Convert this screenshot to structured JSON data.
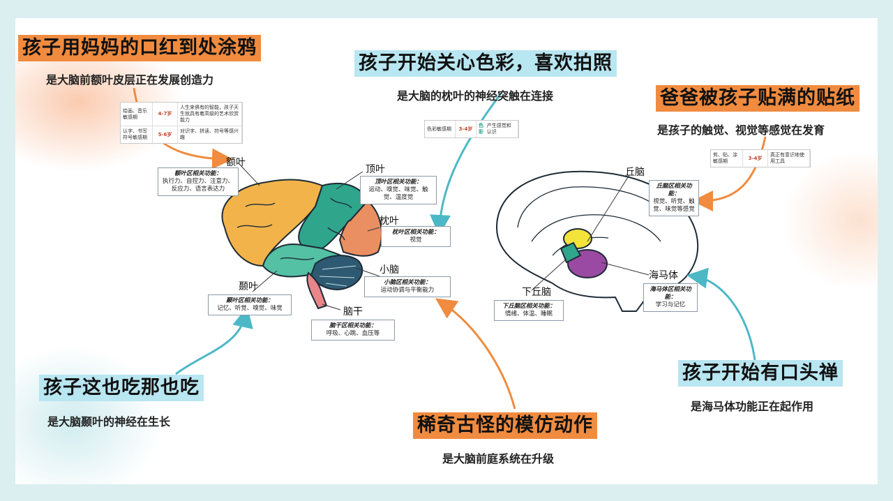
{
  "titles": {
    "crayon": {
      "title": "孩子用妈妈的口红到处涂鸦",
      "sub": "是大脑前额叶皮层正在发展创造力"
    },
    "color": {
      "title": "孩子开始关心色彩，喜欢拍照",
      "sub": "是大脑的枕叶的神经突触在连接"
    },
    "sticker": {
      "title": "爸爸被孩子贴满的贴纸",
      "sub": "是孩子的触觉、视觉等感觉在发育"
    },
    "eat": {
      "title": "孩子这也吃那也吃",
      "sub": "是大脑颞叶的神经在生长"
    },
    "imitate": {
      "title": "稀奇古怪的模仿动作",
      "sub": "是大脑前庭系统在升级"
    },
    "phrase": {
      "title": "孩子开始有口头禅",
      "sub": "是海马体功能正在起作用"
    }
  },
  "lobes": {
    "frontal": {
      "label": "额叶",
      "head": "额叶区相关功能：",
      "text": "执行力、自控力、注意力、反应力、语言表达力"
    },
    "parietal": {
      "label": "顶叶",
      "head": "顶叶区相关功能：",
      "text": "运动、嗅觉、味觉、触觉、温度觉"
    },
    "occipital": {
      "label": "枕叶",
      "head": "枕叶区相关功能：",
      "text": "视觉"
    },
    "cerebellum": {
      "label": "小脑",
      "head": "小脑区相关功能：",
      "text": "运动协调与平衡能力"
    },
    "temporal": {
      "label": "颞叶",
      "head": "颞叶区相关功能：",
      "text": "记忆、听觉、嗅觉、味觉"
    },
    "brainstem": {
      "label": "脑干",
      "head": "脑干区相关功能：",
      "text": "呼吸、心跳、血压等"
    },
    "thalamus": {
      "label": "丘脑",
      "head": "丘脑区相关功能：",
      "text": "视觉、听觉、触觉、味觉等感觉"
    },
    "hypothalamus": {
      "label": "下丘脑",
      "head": "下丘脑区相关功能：",
      "text": "情绪、体温、睡眠"
    },
    "hippocampus": {
      "label": "海马体",
      "head": "海马体区相关功能：",
      "text": "学习与记忆"
    }
  },
  "mini_tables": {
    "frontal": [
      {
        "period": "绘画、音乐敏感期",
        "age": "4-7岁",
        "desc": "人生来俱有的智能，孩子天生就具有着高级的艺术欣赏能力"
      },
      {
        "period": "认字、书写符号敏感期",
        "age": "5-6岁",
        "desc": "对识字、拼读、符号等感兴趣"
      }
    ],
    "occipital": [
      {
        "period": "色彩敏感期",
        "age": "3-4岁",
        "desc_hl": "色彩",
        "desc": "产生感觉和认识"
      }
    ],
    "thalamus": [
      {
        "period": "剪、贴、涂敏感期",
        "age": "3-4岁",
        "desc": "真正有意识地使用工具"
      }
    ]
  },
  "colors": {
    "frontal": "#f2b44a",
    "parietal": "#2fa58c",
    "temporal": "#54c0a4",
    "occipital": "#ea8f61",
    "cerebellum": "#2d5a72",
    "brainstem": "#e9868a",
    "thalamus": "#f3e33b",
    "hypothalamus": "#2fa58c",
    "limbic": "#9a4aa3",
    "arrow_blue": "#4cb8c6",
    "arrow_orange": "#f08b3f",
    "title_orange": "#f08b3f",
    "title_blue": "#b8e6f1"
  }
}
